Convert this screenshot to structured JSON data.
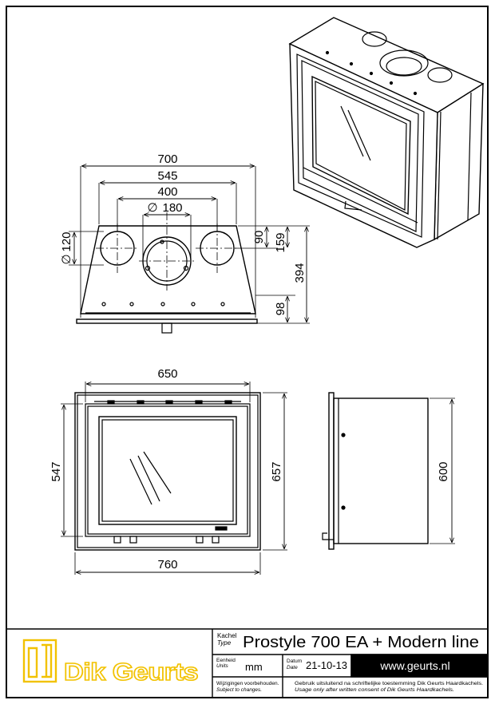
{
  "drawing": {
    "top_view": {
      "width_700": "700",
      "width_545": "545",
      "spacing_400": "400",
      "dia_180": "180",
      "dia_120": "120",
      "h_90": "90",
      "h_159": "159",
      "h_394": "394",
      "h_98": "98",
      "diameter_symbol": "∅"
    },
    "front_view": {
      "width_650": "650",
      "height_547": "547",
      "height_657": "657",
      "width_760": "760"
    },
    "side_view": {
      "height_600": "600"
    }
  },
  "title_block": {
    "logo_text": "Dik Geurts",
    "kachel_label": "Kachel",
    "kachel_label_en": "Type",
    "product_name": "Prostyle 700 EA + Modern line",
    "units_label": "Eenheid",
    "units_label_en": "Units",
    "units_value": "mm",
    "date_label": "Datum",
    "date_label_en": "Date",
    "date_value": "21-10-13",
    "website": "www.geurts.nl",
    "disclaimer_nl": "Wijzigingen voorbehouden.",
    "disclaimer_en": "Subject to changes.",
    "consent_nl": "Gebruik uitsluitend na schriftelijke toestemming Dik Geurts Haardkachels.",
    "consent_en": "Usage only after written consent of Dik Geurts Haardkachels."
  },
  "colors": {
    "line": "#000000",
    "logo": "#f2c200",
    "website_bg": "#000000",
    "website_text": "#ffffff"
  }
}
